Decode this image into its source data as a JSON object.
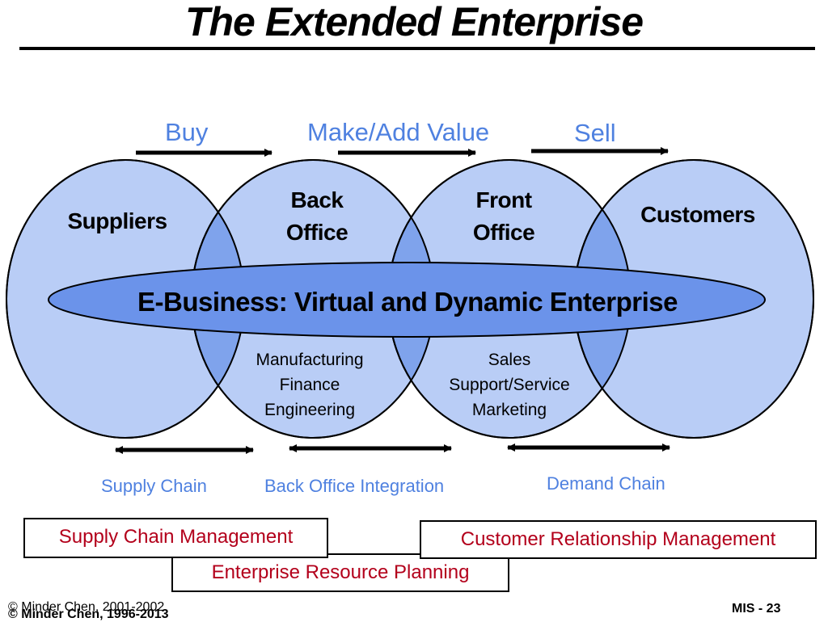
{
  "title": "The Extended Enterprise",
  "flow": {
    "buy": "Buy",
    "make_add_value": "Make/Add Value",
    "sell": "Sell"
  },
  "circles": {
    "suppliers": "Suppliers",
    "back_office": [
      "Back",
      "Office"
    ],
    "front_office": [
      "Front",
      "Office"
    ],
    "customers": "Customers"
  },
  "center": "E-Business:  Virtual and Dynamic Enterprise",
  "back_office_functions": [
    "Manufacturing",
    "Finance",
    "Engineering"
  ],
  "front_office_functions": [
    "Sales",
    "Support/Service",
    "Marketing"
  ],
  "chains": {
    "supply": "Supply Chain",
    "back_office_integration": "Back Office Integration",
    "demand": "Demand Chain"
  },
  "management": {
    "scm": "Supply Chain Management",
    "crm": "Customer Relationship Management",
    "erp": "Enterprise Resource Planning"
  },
  "footer": {
    "copyright_old": "© Minder Chen, 2001-2002",
    "copyright_new": "© Minder Chen, 1996-2013",
    "slide_number": "MIS - 23"
  },
  "colors": {
    "circle_fill": "#b9cdf6",
    "overlap_fill": "#7fa3ec",
    "center_fill": "#6b93ea",
    "flow_text": "#4f81e0",
    "box_text": "#b3001b"
  }
}
